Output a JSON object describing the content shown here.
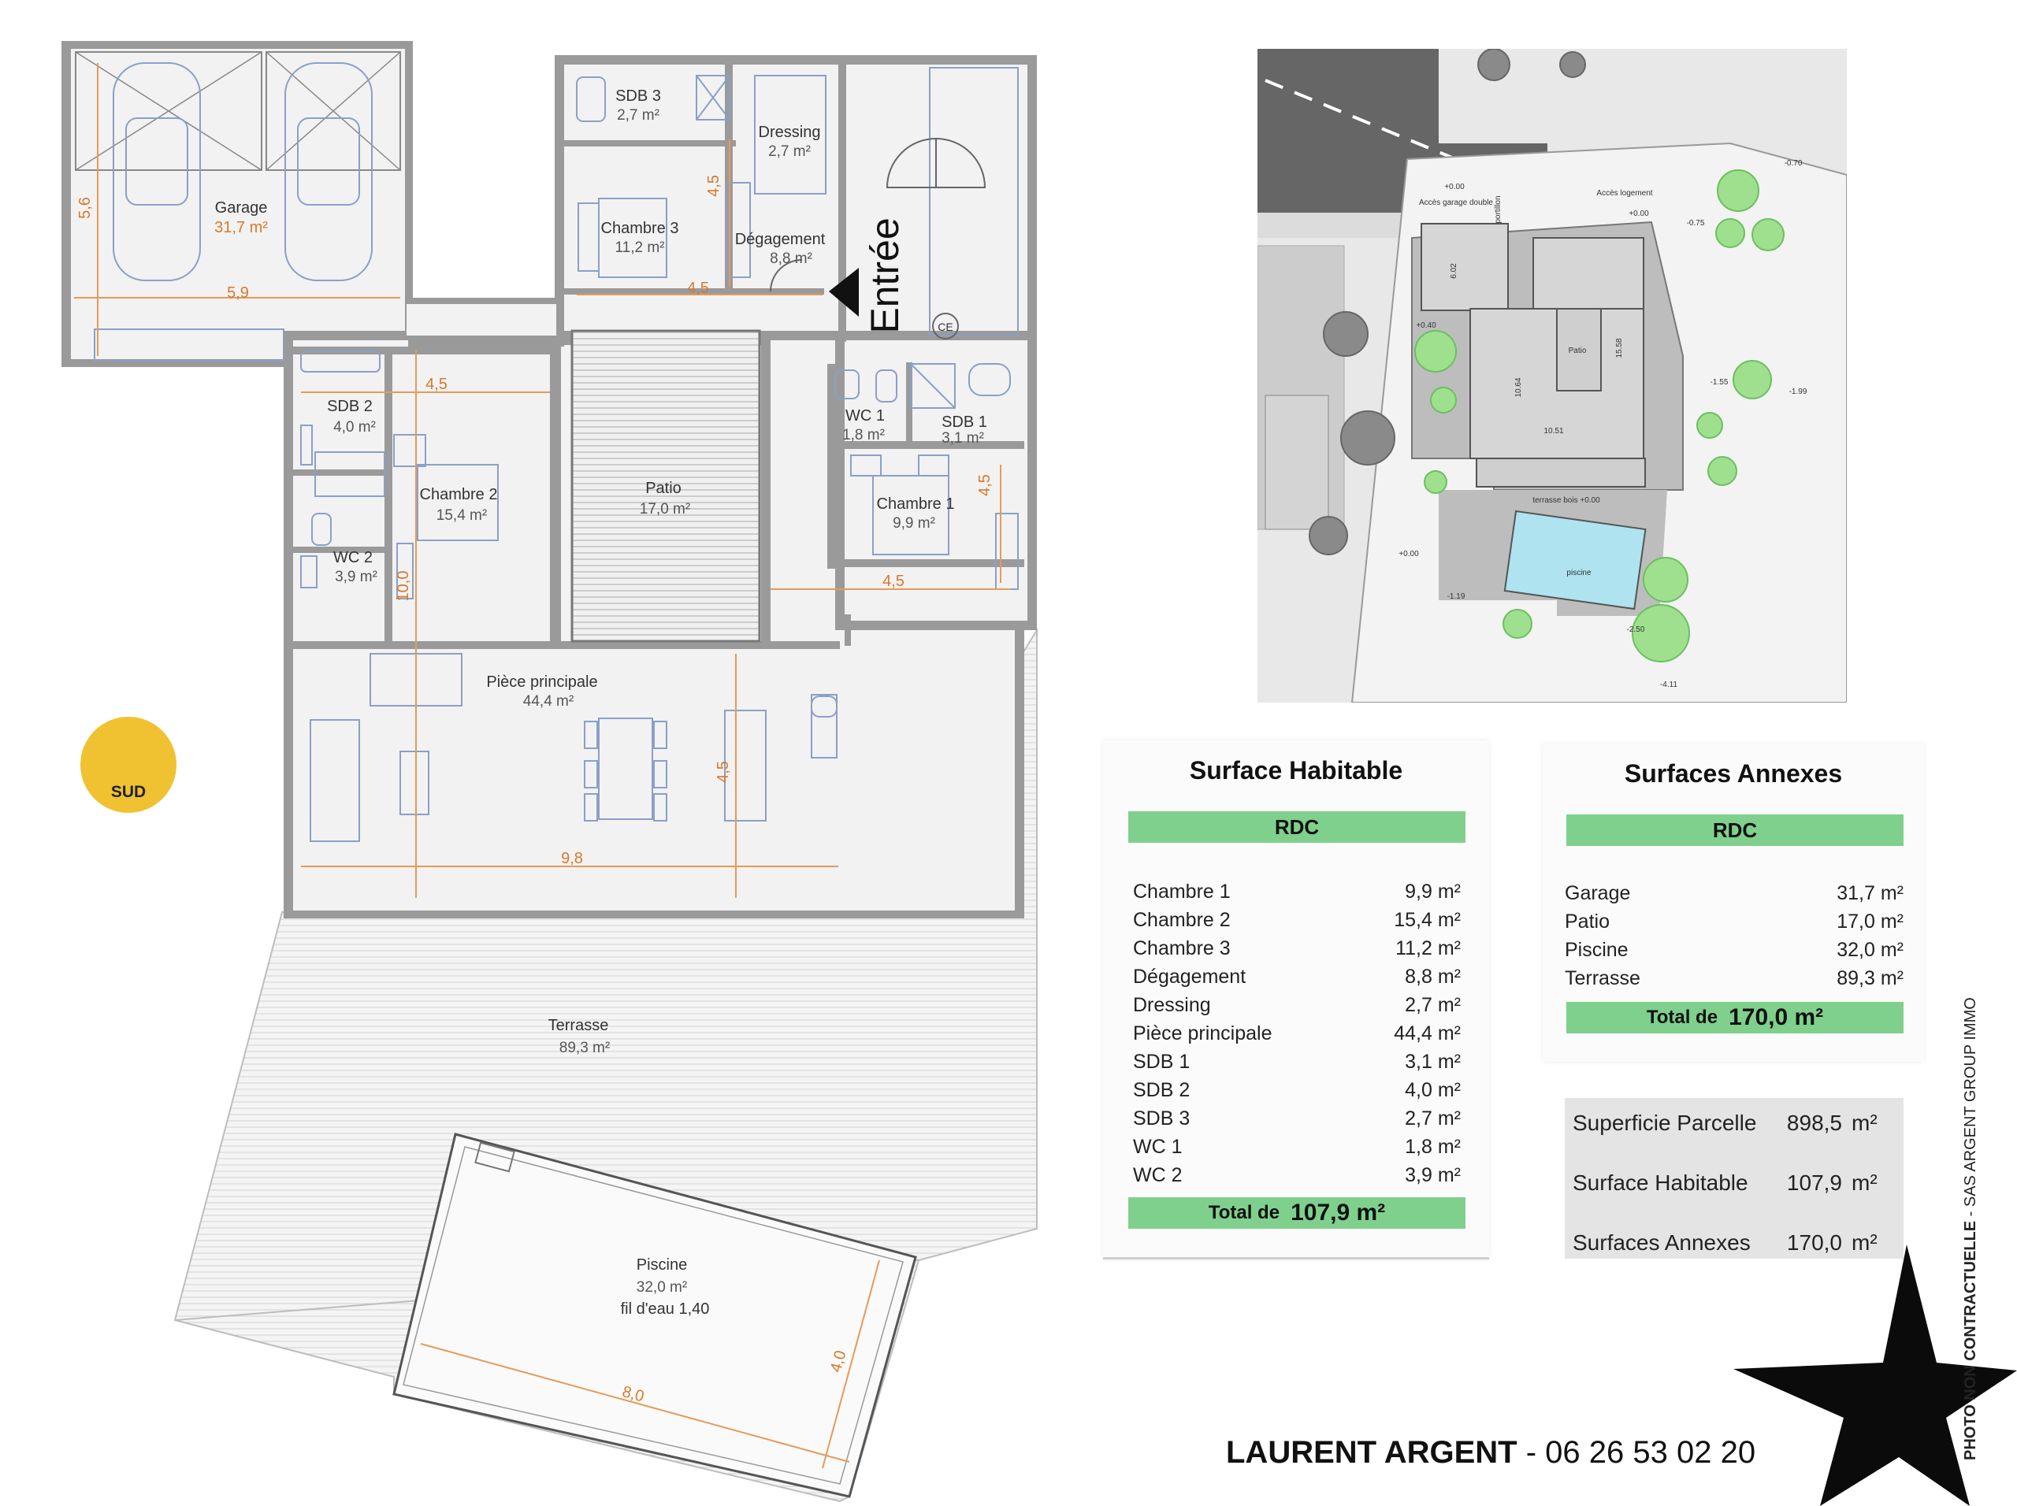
{
  "plan": {
    "rooms": [
      {
        "key": "garage",
        "name": "Garage",
        "area": "31,7 m²"
      },
      {
        "key": "sdb3",
        "name": "SDB 3",
        "area": "2,7 m²"
      },
      {
        "key": "dressing",
        "name": "Dressing",
        "area": "2,7 m²"
      },
      {
        "key": "chambre3",
        "name": "Chambre 3",
        "area": "11,2 m²"
      },
      {
        "key": "degagement",
        "name": "Dégagement",
        "area": "8,8 m²"
      },
      {
        "key": "sdb2",
        "name": "SDB 2",
        "area": "4,0 m²"
      },
      {
        "key": "chambre2",
        "name": "Chambre 2",
        "area": "15,4 m²"
      },
      {
        "key": "wc2",
        "name": "WC 2",
        "area": "3,9 m²"
      },
      {
        "key": "patio",
        "name": "Patio",
        "area": "17,0 m²"
      },
      {
        "key": "wc1",
        "name": "WC 1",
        "area": "1,8 m²"
      },
      {
        "key": "sdb1",
        "name": "SDB 1",
        "area": "3,1 m²"
      },
      {
        "key": "chambre1",
        "name": "Chambre 1",
        "area": "9,9 m²"
      },
      {
        "key": "piece",
        "name": "Pièce principale",
        "area": "44,4 m²"
      },
      {
        "key": "terrasse",
        "name": "Terrasse",
        "area": "89,3 m²"
      },
      {
        "key": "piscine",
        "name": "Piscine",
        "area": "32,0 m²",
        "note": "fil d'eau 1,40"
      }
    ],
    "entree": "Entrée",
    "ce": "CE",
    "dims": {
      "garage_w": "5,9",
      "garage_h": "5,6",
      "ch3_w": "4,5",
      "ch3_h": "4,5",
      "ch2_w": "4,5",
      "ch1_w": "4,5",
      "ch1_h": "4,5",
      "wing_h": "10,0",
      "piece_w": "9,8",
      "piece_h": "4,5",
      "pool_w": "8,0",
      "pool_h": "4,0"
    },
    "compass": "SUD"
  },
  "site": {
    "labels": [
      "+0.00",
      "Accès garage double",
      "Accès logement",
      "+0.00",
      "-0.70",
      "-0.75",
      "+0.40",
      "Patio",
      "-1.55",
      "-1.99",
      "10.51",
      "terrasse bois +0.00",
      "+0.00",
      "-1.19",
      "piscine",
      "-2.50",
      "-4.11",
      "6.02",
      "15.58",
      "10.64",
      "portillon"
    ]
  },
  "habitable": {
    "title": "Surface Habitable",
    "level": "RDC",
    "rows": [
      {
        "name": "Chambre 1",
        "value": "9,9 m²"
      },
      {
        "name": "Chambre 2",
        "value": "15,4 m²"
      },
      {
        "name": "Chambre 3",
        "value": "11,2 m²"
      },
      {
        "name": "Dégagement",
        "value": "8,8 m²"
      },
      {
        "name": "Dressing",
        "value": "2,7 m²"
      },
      {
        "name": "Pièce principale",
        "value": "44,4 m²"
      },
      {
        "name": "SDB 1",
        "value": "3,1 m²"
      },
      {
        "name": "SDB 2",
        "value": "4,0 m²"
      },
      {
        "name": "SDB 3",
        "value": "2,7 m²"
      },
      {
        "name": "WC 1",
        "value": "1,8 m²"
      },
      {
        "name": "WC 2",
        "value": "3,9 m²"
      }
    ],
    "total_label": "Total de",
    "total_value": "107,9 m²"
  },
  "annexes": {
    "title": "Surfaces Annexes",
    "level": "RDC",
    "rows": [
      {
        "name": "Garage",
        "value": "31,7 m²"
      },
      {
        "name": "Patio",
        "value": "17,0 m²"
      },
      {
        "name": "Piscine",
        "value": "32,0 m²"
      },
      {
        "name": "Terrasse",
        "value": "89,3 m²"
      }
    ],
    "total_label": "Total de",
    "total_value": "170,0 m²"
  },
  "summary": {
    "rows": [
      {
        "name": "Superficie Parcelle",
        "value": "898,5",
        "unit": "m²"
      },
      {
        "name": "Surface Habitable",
        "value": "107,9",
        "unit": "m²"
      },
      {
        "name": "Surfaces Annexes",
        "value": "170,0",
        "unit": "m²"
      }
    ]
  },
  "contact": {
    "name": "LAURENT ARGENT",
    "separator": " - ",
    "phone": "06 26 53 02 20"
  },
  "disclaimer": {
    "bold": "PHOTO NON CONTRACTUELLE",
    "rest": " - SAS ARGENT GROUP IMMO"
  },
  "colors": {
    "accent_green": "#7fd08c",
    "dimension_orange": "#d9782a",
    "compass_yellow": "#f0c232",
    "furniture_blue": "#8aa0c8"
  }
}
